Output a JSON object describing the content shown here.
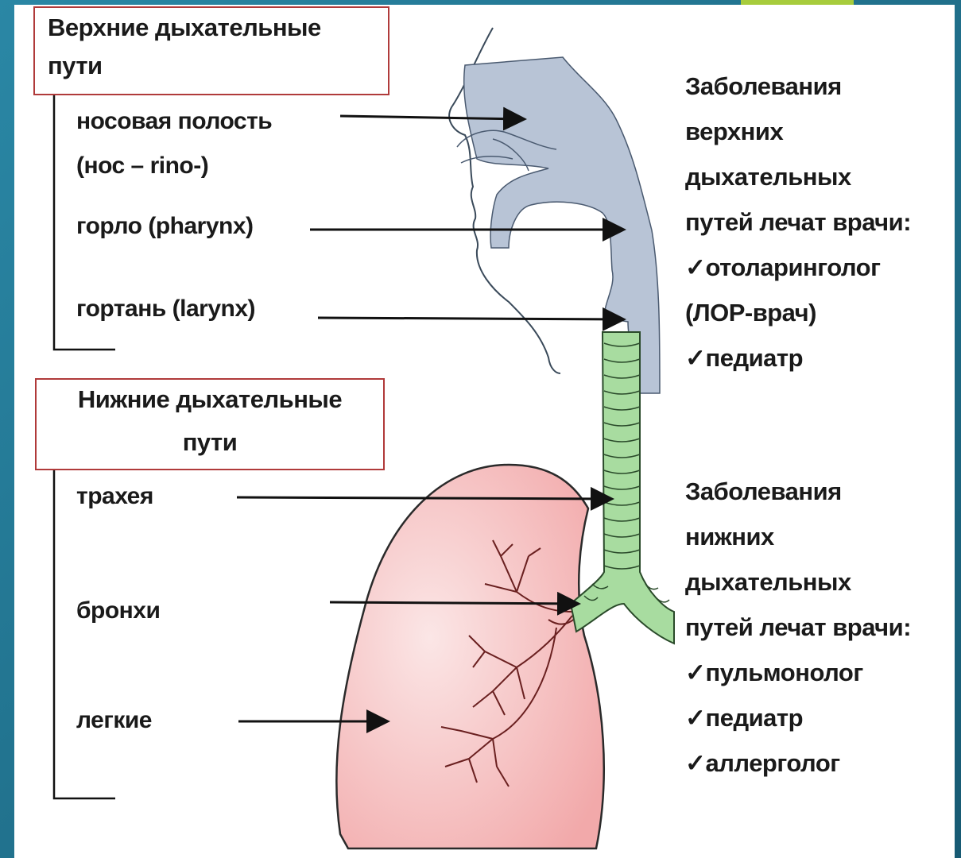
{
  "upper": {
    "title_line1": "Верхние дыхательные",
    "title_line2": "пути",
    "items": [
      {
        "line1": "носовая полость",
        "line2": "(нос – rino-)"
      },
      {
        "line1": "горло (pharynx)"
      },
      {
        "line1": "гортань (larynx)"
      }
    ],
    "doctors": {
      "heading": [
        "Заболевания",
        "верхних",
        "дыхательных",
        "путей лечат врачи:"
      ],
      "list": [
        "✓отоларинголог",
        "(ЛОР-врач)",
        "✓педиатр"
      ]
    }
  },
  "lower": {
    "title_line1": "Нижние дыхательные",
    "title_line2": "пути",
    "items": [
      {
        "line1": "трахея"
      },
      {
        "line1": "бронхи"
      },
      {
        "line1": "легкие"
      }
    ],
    "doctors": {
      "heading": [
        "Заболевания",
        "нижних",
        "дыхательных",
        "путей лечат врачи:"
      ],
      "list": [
        "✓пульмонолог",
        "✓педиатр",
        "✓аллерголог"
      ]
    }
  },
  "colors": {
    "background": "#1d6f8a",
    "accent": "#a7cc3c",
    "box_border": "#b03a3a",
    "airway_upper": "#b8c4d6",
    "airway_lower": "#a8dca0",
    "lung": "#f4b8b8"
  }
}
